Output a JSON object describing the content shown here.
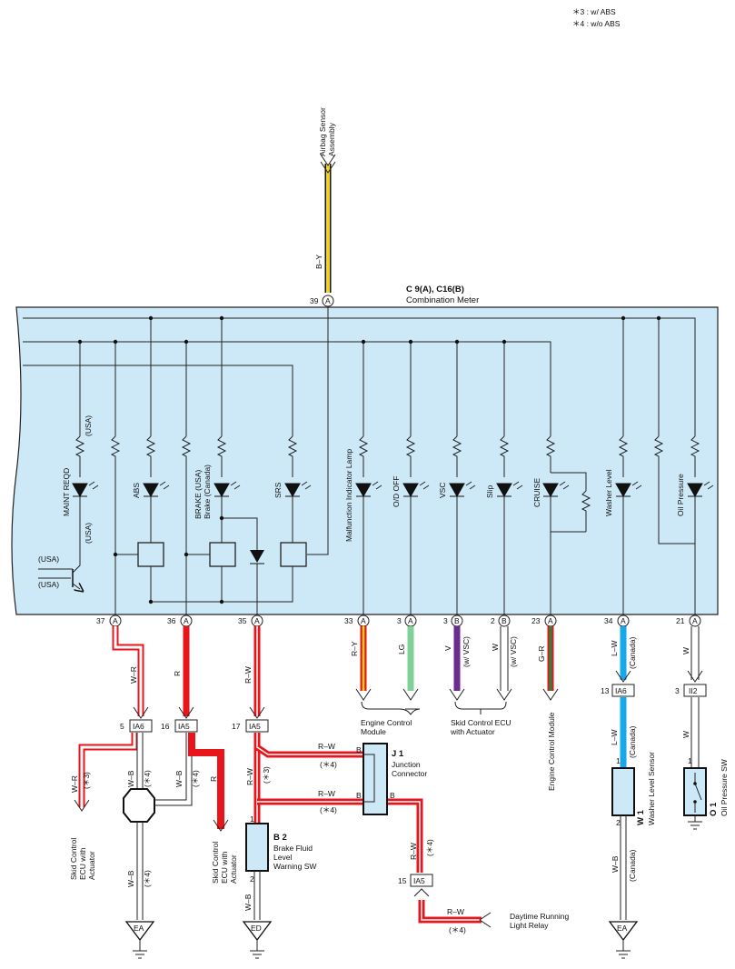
{
  "notes": {
    "n3": "＊3 : w/ ABS",
    "n4": "＊4 : w/o ABS"
  },
  "airbag": {
    "label1": "Airbag Sensor",
    "label2": "Assembly",
    "wire": "B–Y",
    "pin": "39",
    "conn": "A"
  },
  "meter": {
    "code": "C 9(A), C16(B)",
    "name": "Combination Meter"
  },
  "lamps": {
    "usa1": "(USA)",
    "maint": "MAINT REQD",
    "usa2": "(USA)",
    "usa3": "(USA)",
    "usa4": "(USA)",
    "abs": "ABS",
    "brake1": "BRAKE (USA)",
    "brake2": "Brake (Canada)",
    "srs": "SRS",
    "mil": "Malfunction Indicator Lamp",
    "od": "O/D OFF",
    "vsc": "VSC",
    "slip": "Slip",
    "cruise": "CRUISE",
    "washer": "Washer Level",
    "oil": "Oil Pressure"
  },
  "pins": {
    "p37": "37",
    "p36": "36",
    "p35": "35",
    "p33": "33",
    "p3a": "3",
    "p3b": "3",
    "p2": "2",
    "p23": "23",
    "p34": "34",
    "p21": "21",
    "cA": "A",
    "cB": "B"
  },
  "wires": {
    "wr": "W–R",
    "r": "R",
    "rw": "R–W",
    "ry": "R–Y",
    "lg": "LG",
    "v": "V",
    "wvsc": "(w/ VSC)",
    "w": "W",
    "gr": "G–R",
    "lw": "L–W",
    "canada": "(Canada)",
    "wb": "W–B",
    "s3": "(＊3)",
    "s4": "(＊4)",
    "b": "B"
  },
  "connectors": {
    "n5": "5",
    "ia6": "IA6",
    "n16": "16",
    "ia5": "IA5",
    "n17": "17",
    "n13": "13",
    "n3": "3",
    "ii2": "II2",
    "n15": "15",
    "n1": "1",
    "n2": "2"
  },
  "dest": {
    "ecm1": "Engine Control",
    "ecm2": "Module",
    "skid1": "Skid Control ECU",
    "skid2": "with Actuator",
    "ecm_v": "Engine Control Module",
    "skid_v1": "Skid Control",
    "skid_v2": "ECU with",
    "skid_v3": "Actuator",
    "j1": "J 1",
    "j1a": "Junction",
    "j1b": "Connector",
    "b2": "B 2",
    "b2a": "Brake Fluid",
    "b2b": "Level",
    "b2c": "Warning SW",
    "w1": "W 1",
    "w1a": "Washer Level Sensor",
    "o1": "O 1",
    "o1a": "Oil Pressure SW",
    "drl1": "Daytime Running",
    "drl2": "Light Relay",
    "ea": "EA",
    "ed": "ED"
  },
  "colors": {
    "panel": "#cde9f7",
    "red": "#e8161b",
    "yellow": "#f6d515",
    "purple": "#6a2c8e",
    "green": "#1f8a3c",
    "lgreen": "#7fd19a",
    "blue": "#17a8e8"
  }
}
